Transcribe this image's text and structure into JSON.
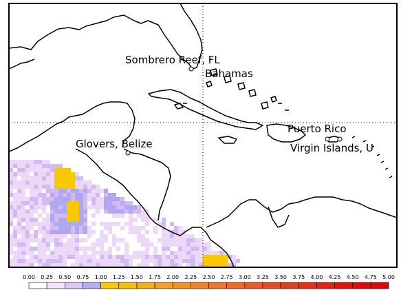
{
  "map": {
    "places": [
      {
        "id": "sombrero",
        "label": "Sombrero Reef, FL"
      },
      {
        "id": "bahamas",
        "label": "Bahamas"
      },
      {
        "id": "glovers",
        "label": "Glovers, Belize"
      },
      {
        "id": "puerto-rico",
        "label": "Puerto Rico"
      },
      {
        "id": "virgin-islands",
        "label": "Virgin Islands, U"
      }
    ],
    "grid": "dotted lat/lon lines",
    "colors": {
      "land_outline": "#000000",
      "background": "#ffffff",
      "low_pink": "#eed8f8",
      "lavender": "#d2baf2",
      "violet": "#b0a8ee",
      "yellow": "#f8c800"
    }
  },
  "colorbar": {
    "ticks": [
      "0.00",
      "0.25",
      "0.50",
      "0.75",
      "1.00",
      "1.25",
      "1.50",
      "1.75",
      "2.00",
      "2.25",
      "2.50",
      "2.75",
      "3.00",
      "3.25",
      "3.50",
      "3.75",
      "4.00",
      "4.25",
      "4.50",
      "4.75",
      "5.00"
    ],
    "colors": [
      "#ffffff",
      "#f4e4fa",
      "#ddc6f6",
      "#b7aef0",
      "#f8c800",
      "#f8bc10",
      "#f6ae18",
      "#f4a020",
      "#f29224",
      "#f08426",
      "#ee7626",
      "#ec6824",
      "#ea5a22",
      "#e84c1e",
      "#e63e1a",
      "#e43016",
      "#e22212",
      "#e0140e",
      "#de0a0a",
      "#d80808"
    ]
  }
}
